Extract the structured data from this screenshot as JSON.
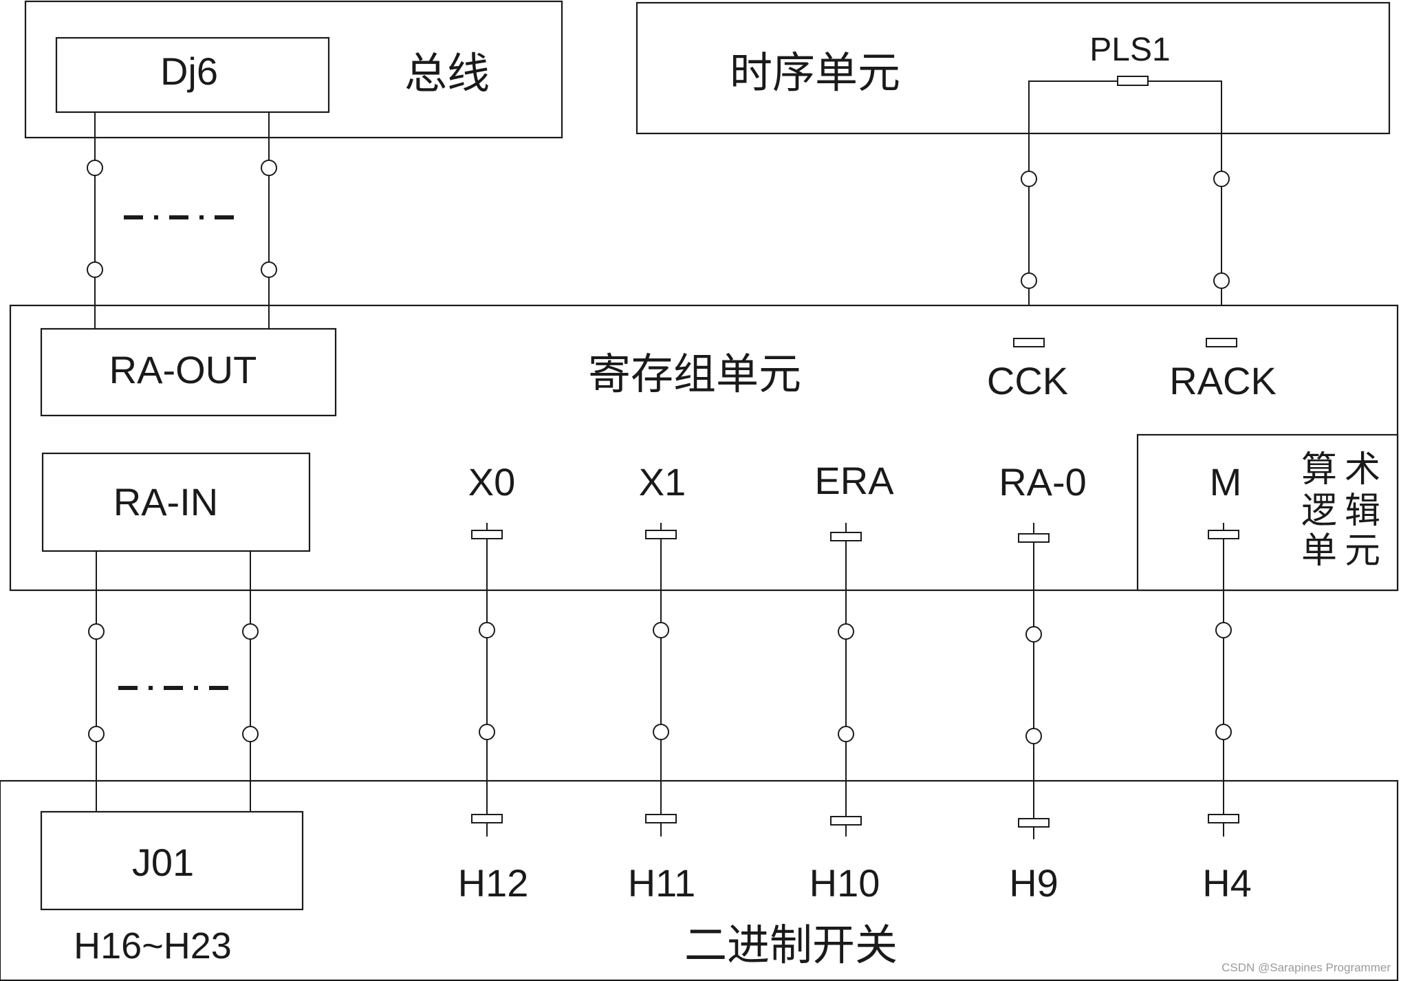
{
  "blocks": {
    "bus": {
      "label": "总线",
      "chip": "Dj6"
    },
    "timing": {
      "label": "时序单元",
      "signal": "PLS1"
    },
    "register": {
      "label": "寄存组单元",
      "out_port": "RA-OUT",
      "in_port": "RA-IN",
      "clock_pins": [
        "CCK",
        "RACK"
      ],
      "control_pins": [
        "X0",
        "X1",
        "ERA",
        "RA-0"
      ]
    },
    "alu": {
      "label_col1": [
        "算",
        "逻",
        "单"
      ],
      "label_col2": [
        "术",
        "辑",
        "元"
      ],
      "pin": "M"
    },
    "switches": {
      "label": "二进制开关",
      "chip": "J01",
      "range": "H16~H23",
      "pins": [
        "H12",
        "H11",
        "H10",
        "H9",
        "H4"
      ]
    }
  },
  "watermark": "CSDN @Sarapines Programmer",
  "colors": {
    "line": "#1a1a1a",
    "background": "#ffffff"
  }
}
